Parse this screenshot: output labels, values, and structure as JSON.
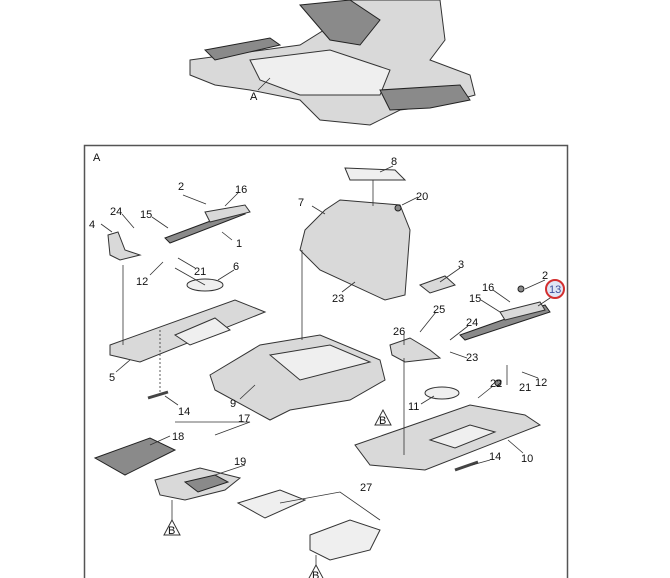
{
  "diagram": {
    "overview_callout": "A",
    "detail_view_label": "A",
    "highlight_color": "#d32f2f",
    "highlighted_callout": "13",
    "callouts": {
      "c1": "1",
      "c2a": "2",
      "c2b": "2",
      "c3": "3",
      "c4": "4",
      "c5": "5",
      "c6": "6",
      "c7": "7",
      "c8": "8",
      "c9": "9",
      "c10": "10",
      "c11": "11",
      "c12a": "12",
      "c12b": "12",
      "c13": "13",
      "c14a": "14",
      "c14b": "14",
      "c15a": "15",
      "c15b": "15",
      "c16a": "16",
      "c16b": "16",
      "c17": "17",
      "c18": "18",
      "c19": "19",
      "c20": "20",
      "c21a": "21",
      "c21b": "21",
      "c22": "22",
      "c23a": "23",
      "c23b": "23",
      "c24a": "24",
      "c24b": "24",
      "c25": "25",
      "c26": "26",
      "c27": "27"
    },
    "view_refs": {
      "b1": "B",
      "b2": "B",
      "b3": "B"
    }
  }
}
